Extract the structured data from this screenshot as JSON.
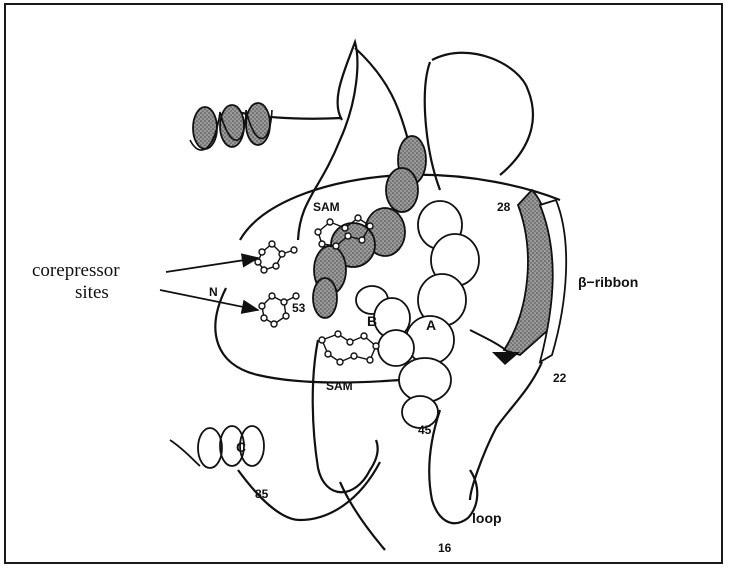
{
  "figure": {
    "annotation": {
      "line1": "corepressor",
      "line2": "sites"
    },
    "labels": {
      "sam_top": "SAM",
      "sam_bottom": "SAM",
      "n_term": "N",
      "res53": "53",
      "helix_a": "A",
      "helix_b": "B",
      "helix_c": "C",
      "res28": "28",
      "beta_ribbon": "β−ribbon",
      "res22": "22",
      "res45": "45",
      "res85": "85",
      "loop": "loop",
      "res16": "16"
    },
    "colors": {
      "ink": "#111111",
      "shade": "#7a7a7a",
      "background": "#ffffff"
    }
  }
}
